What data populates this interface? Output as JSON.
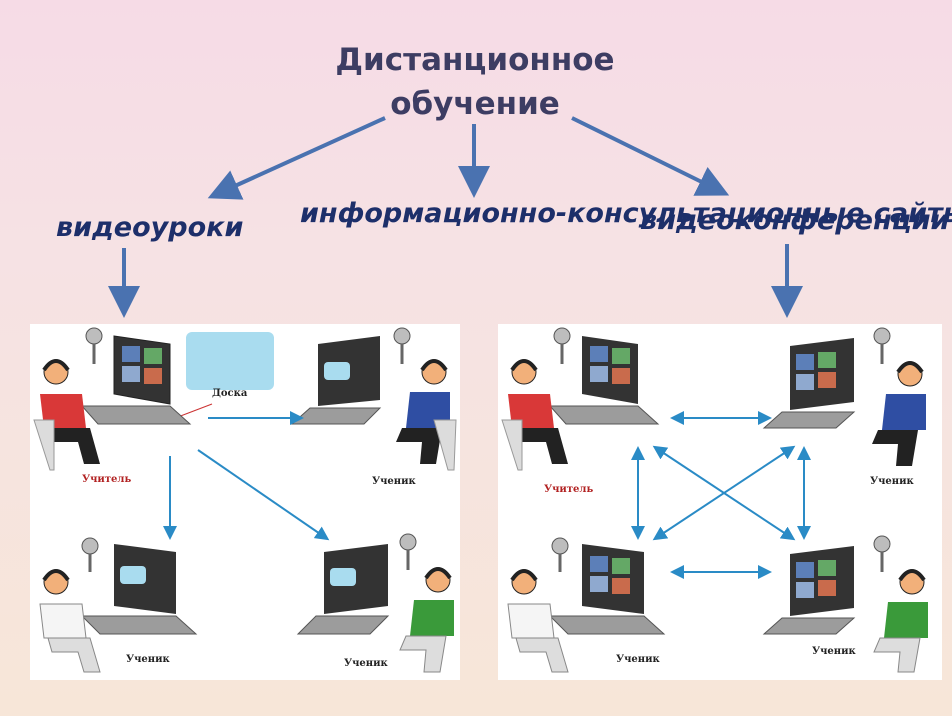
{
  "title": "Дистанционное обучение",
  "branches": {
    "left": "видеоуроки",
    "center": "информационно-консультационные сайты",
    "right": "видеоконференции"
  },
  "panel_left": {
    "board_label": "Доска",
    "teacher_label": "Учитель",
    "student_label_1": "Ученик",
    "student_label_2": "Ученик",
    "student_label_3": "Ученик"
  },
  "panel_right": {
    "teacher_label": "Учитель",
    "student_label_1": "Ученик",
    "student_label_2": "Ученик",
    "student_label_3": "Ученик"
  },
  "colors": {
    "arrow": "#4a72b0",
    "diagram_arrow": "#2a8bc6",
    "branch_text": "#1d2f6a",
    "title_text": "#3d3d63",
    "teacher_shirt": "#d93838",
    "student_shirt_blue": "#2f4ea3",
    "student_shirt_green": "#3a9a3a"
  }
}
